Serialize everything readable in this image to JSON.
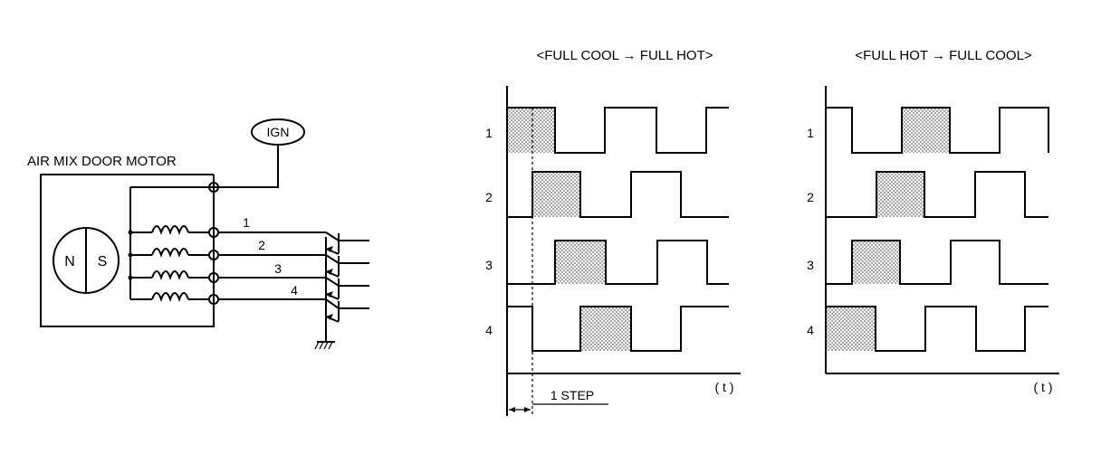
{
  "motor": {
    "title": "AIR MIX DOOR MOTOR",
    "ign_label": "IGN",
    "pole_n": "N",
    "pole_s": "S",
    "terminals": [
      "1",
      "2",
      "3",
      "4"
    ]
  },
  "timing_left": {
    "title": "<FULL COOL → FULL HOT>",
    "phases": [
      "1",
      "2",
      "3",
      "4"
    ],
    "time_label": "( t )",
    "step_label": "1 STEP"
  },
  "timing_right": {
    "title": "<FULL HOT → FULL COOL>",
    "phases": [
      "1",
      "2",
      "3",
      "4"
    ],
    "time_label": "( t )"
  }
}
